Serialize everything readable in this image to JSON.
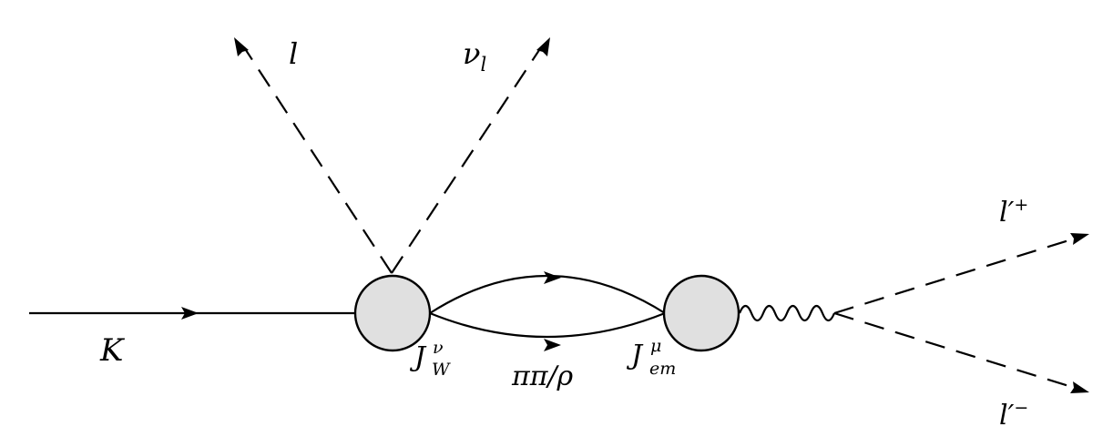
{
  "diagram": {
    "blob_fill": "#e0e0e0",
    "line_color": "#000000",
    "labels": {
      "kaon": "K",
      "lepton": "l",
      "neutrino": "ν",
      "neutrino_sub": "l",
      "weak_current": "J",
      "weak_current_sup": "ν",
      "weak_current_sub": "W",
      "em_current": "J",
      "em_current_sup": "μ",
      "em_current_sub": "em",
      "intermediate": "ππ/ρ",
      "lepton_plus": "l′",
      "lepton_plus_sup": "+",
      "lepton_minus": "l′",
      "lepton_minus_sup": "−"
    }
  }
}
